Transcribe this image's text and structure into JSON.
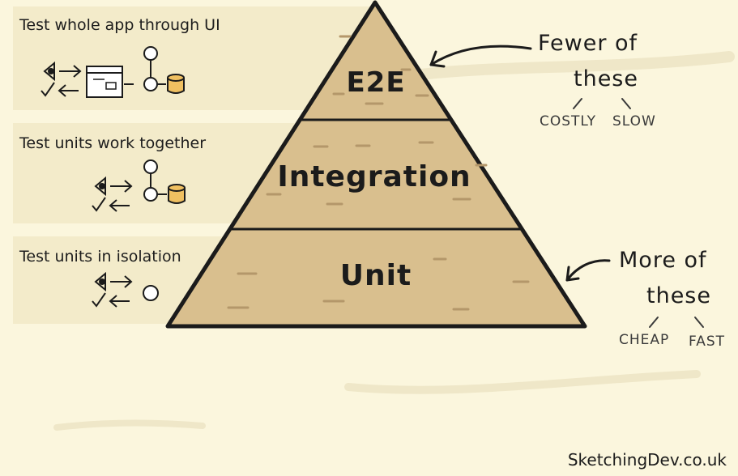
{
  "levels": [
    {
      "id": "e2e",
      "label": "E2E",
      "description": "Test whole app through UI",
      "icons": [
        "eye-icon",
        "arrow-right-icon",
        "check-icon",
        "arrow-left-icon",
        "browser-window-icon",
        "component-graph-icon",
        "database-icon"
      ]
    },
    {
      "id": "integration",
      "label": "Integration",
      "description": "Test units work together",
      "icons": [
        "eye-icon",
        "arrow-right-icon",
        "check-icon",
        "arrow-left-icon",
        "component-graph-icon",
        "database-icon"
      ]
    },
    {
      "id": "unit",
      "label": "Unit",
      "description": "Test units in isolation",
      "icons": [
        "eye-icon",
        "arrow-right-icon",
        "check-icon",
        "arrow-left-icon",
        "unit-circle-icon"
      ]
    }
  ],
  "top_note": {
    "line1": "Fewer of",
    "line2": "these",
    "tags": [
      "COSTLY",
      "SLOW"
    ]
  },
  "bottom_note": {
    "line1": "More of",
    "line2": "these",
    "tags": [
      "CHEAP",
      "FAST"
    ]
  },
  "brand": "SketchingDev.co.uk",
  "colors": {
    "background": "#fbf6dd",
    "panel": "#f3ebca",
    "pyramid_fill": "#d9bf8e",
    "outline": "#1b1b1b",
    "db_fill": "#f0c061"
  }
}
